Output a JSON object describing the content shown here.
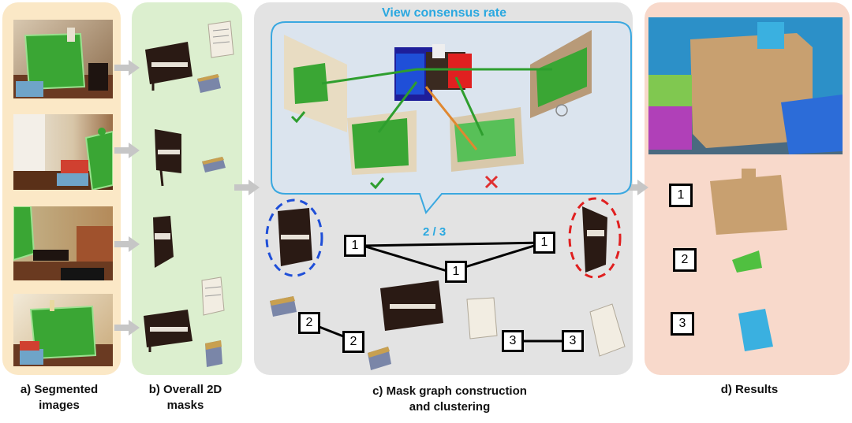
{
  "colors": {
    "panel_a": "#fbe8c6",
    "panel_b": "#dcefcf",
    "panel_c": "#e3e3e3",
    "panel_d": "#f8d9cb",
    "bubble_fill": "#dbe4ee",
    "bubble_stroke": "#3aa8e0",
    "accent_blue": "#2aa8e0",
    "mask_green": "#3aa634",
    "check_green": "#2e9e2e",
    "cross_red": "#e03030",
    "cluster_blue": "#1f4fd8",
    "cluster_red": "#e02020",
    "arrow_gray": "#c6c6c6"
  },
  "bubble": {
    "title": "View consensus rate"
  },
  "graph": {
    "edge_label": "2 / 3",
    "nodes": [
      "1",
      "1",
      "1",
      "2",
      "2",
      "3",
      "3"
    ]
  },
  "results": {
    "labels": [
      "1",
      "2",
      "3"
    ]
  },
  "captions": {
    "a": [
      "a) Segmented",
      "images"
    ],
    "b": [
      "b) Overall 2D",
      "masks"
    ],
    "c": [
      "c) Mask graph construction",
      "and clustering"
    ],
    "d": [
      "d) Results"
    ]
  },
  "marks": {
    "check": "check-icon",
    "cross": "cross-icon",
    "neutral": "circle-icon"
  }
}
